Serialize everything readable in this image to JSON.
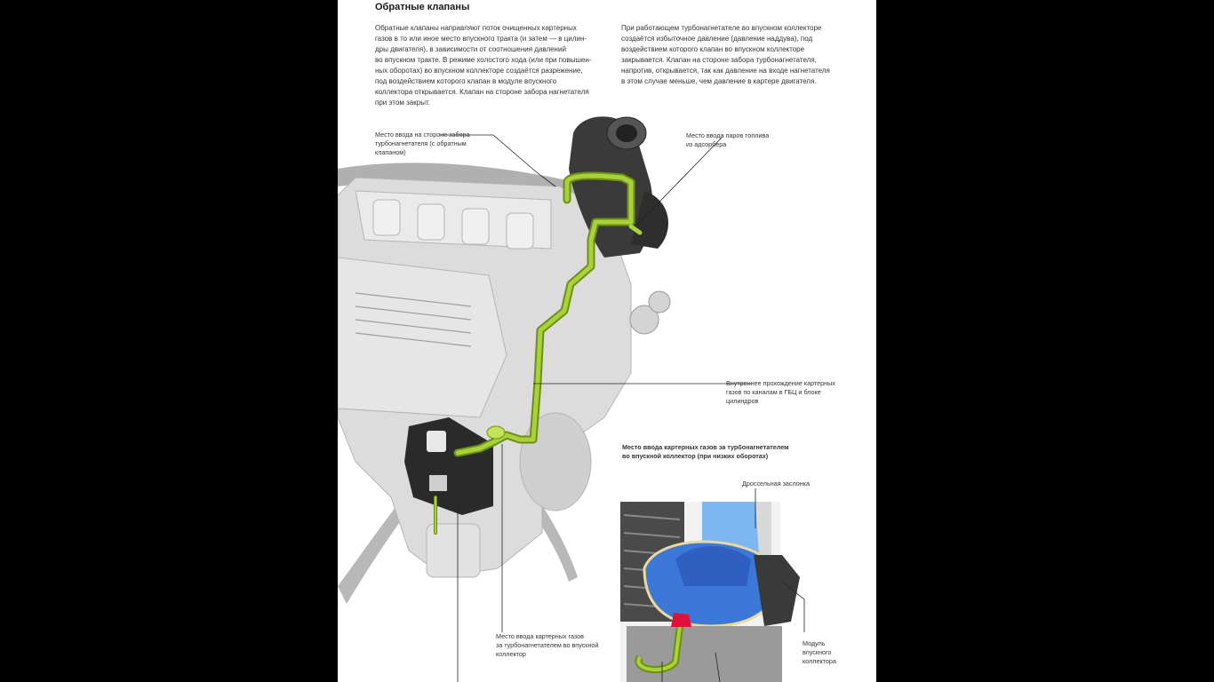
{
  "heading": "Обратные клапаны",
  "paragraphs": [
    "Обратные клапаны направляют поток очищенных картерных\nгазов в то или иное место впускного тракта (и затем — в цилин-\nдры двигателя), в зависимости от соотношения давлений\nво впускном тракте. В режиме холостого хода (или при повышен-\nных оборотах) во впускном коллекторе создаётся разрежение,\nпод воздействием которого клапан в модуле впускного\nколлектора открывается. Клапан на стороне забора нагнетателя\nпри этом закрыт.",
    "При работающем турбонагнетателе во впускном коллекторе\nсоздаётся избыточное давление (давление наддува), под\nвоздействием которого клапан во впускном коллекторе\nзакрывается. Клапан на стороне забора турбонагнетателя,\nнапротив, открывается, так как давление на входе нагнетателя\nв этом случае меньше, чем давление в картере двигателя."
  ],
  "callouts": {
    "inlet_turbo_side": "Место ввода на стороне забора\nтурбонагнетателя (с обратным\nклапаном)",
    "fuel_vapor": "Место ввода паров топлива\nиз адсорбера",
    "internal_passage": "Внутреннее прохождение картерных\nгазов по каналам в ГБЦ и блоке\nцилиндров",
    "inlet_after_turbo": "Место ввода картерных газов\nза турбонагнетателем во впускной\nколлектор"
  },
  "inset": {
    "title": "Место ввода картерных газов за турбонагнетателем\nво впускной коллектор (при низких оборотах)",
    "throttle": "Дроссельная заслонка",
    "intake_module": "Модуль\nвпускного\nколлектора"
  },
  "colors": {
    "hose_green": "#a8d23c",
    "hose_green_dark": "#6e8f12",
    "engine_gray": "#d9d9d9",
    "intake_blue": "#3b78d8",
    "valve_red": "#e0103a"
  }
}
